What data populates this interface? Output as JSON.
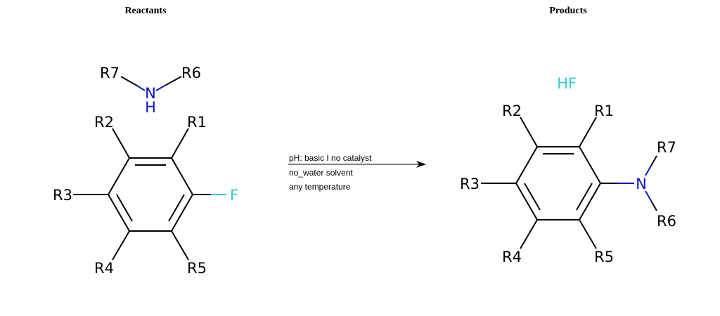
{
  "headings": {
    "reactants": "Reactants",
    "products": "Products"
  },
  "colors": {
    "bond": "#000000",
    "nitrogen": "#0a14c8",
    "fluorine": "#33cccc"
  },
  "reactants": {
    "amine": {
      "r_left": "R7",
      "r_right": "R6",
      "n": "N",
      "h": "H"
    },
    "arene": {
      "r1": "R1",
      "r2": "R2",
      "r3": "R3",
      "r4": "R4",
      "r5": "R5",
      "f": "F"
    }
  },
  "conditions": {
    "line1": "pH: basic I no catalyst",
    "line2": "no_water solvent",
    "line3": "any temperature"
  },
  "products": {
    "hf": "HF",
    "arene": {
      "r1": "R1",
      "r2": "R2",
      "r3": "R3",
      "r4": "R4",
      "r5": "R5",
      "n": "N",
      "r7": "R7",
      "r6": "R6"
    }
  }
}
